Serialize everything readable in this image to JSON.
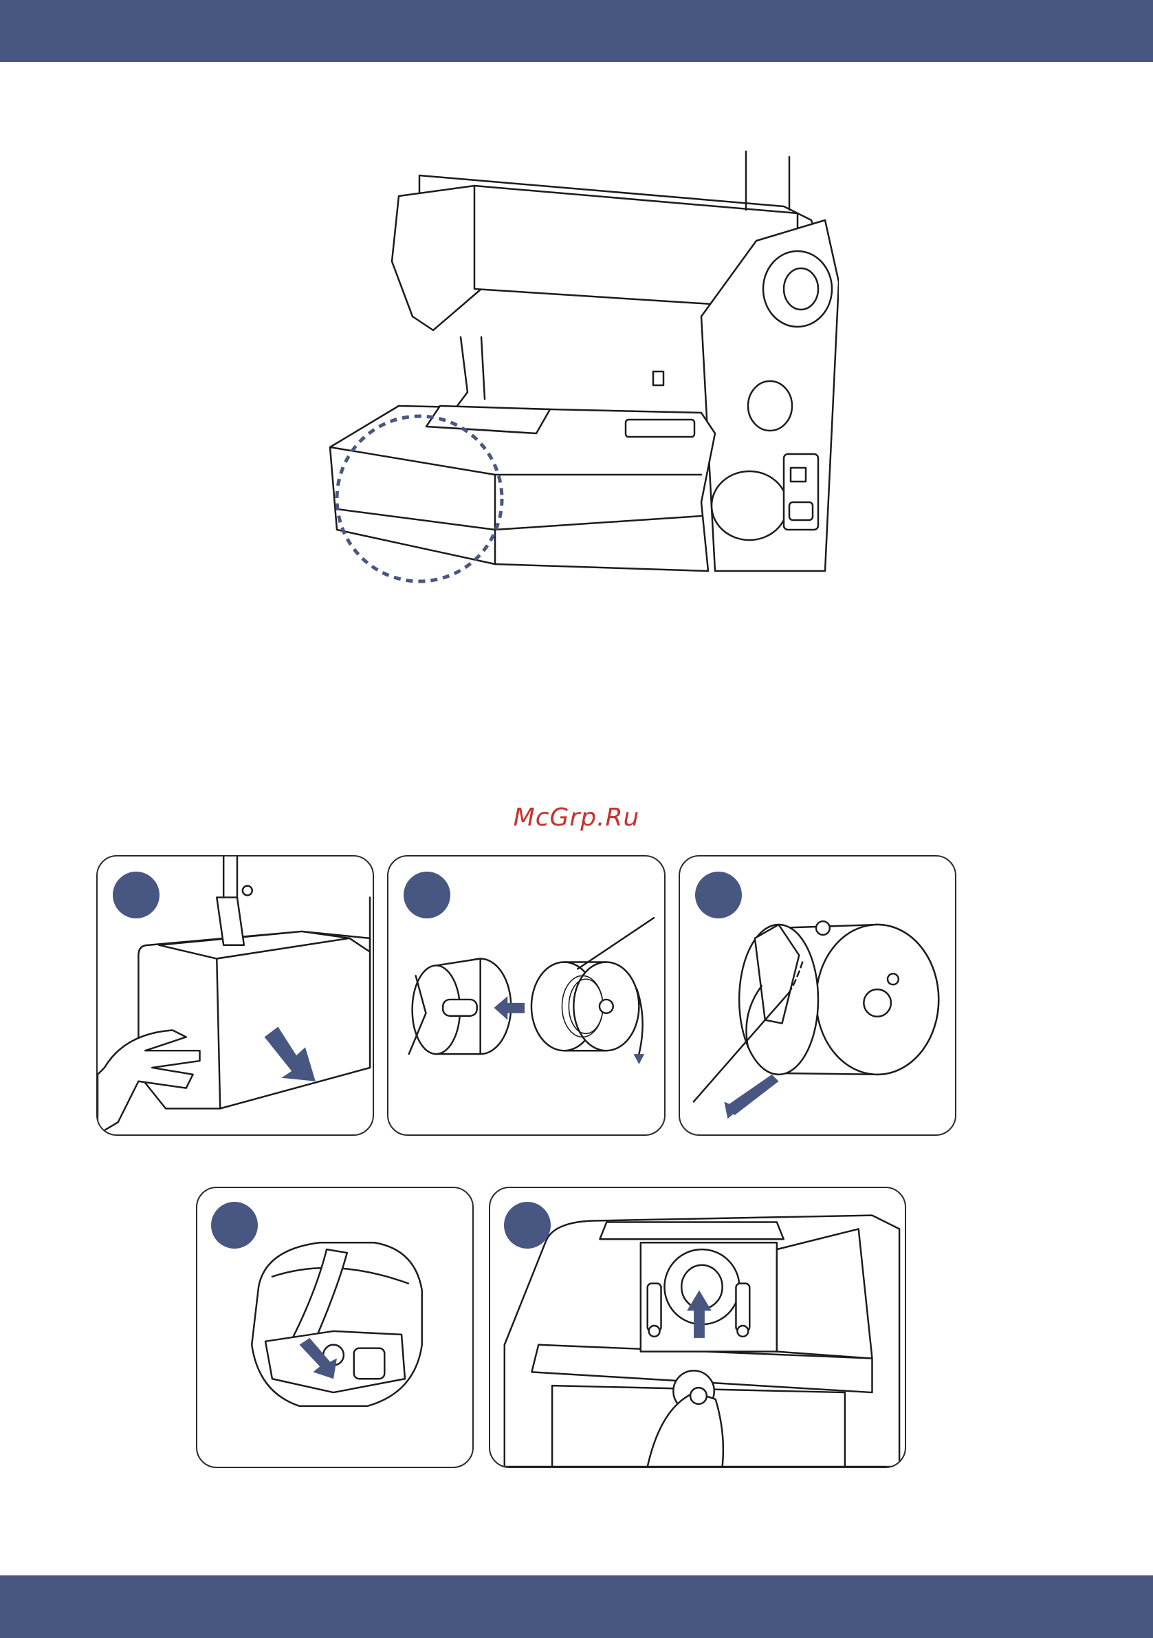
{
  "watermark": {
    "text": "McGrp.Ru",
    "color": "#c8322c"
  },
  "colors": {
    "band": "#485682",
    "accent": "#485682",
    "line": "#1b1b1b"
  },
  "steps": [
    {
      "marker": "step-1-marker"
    },
    {
      "marker": "step-2-marker"
    },
    {
      "marker": "step-3-marker"
    },
    {
      "marker": "step-4-marker"
    },
    {
      "marker": "step-5-marker"
    }
  ]
}
